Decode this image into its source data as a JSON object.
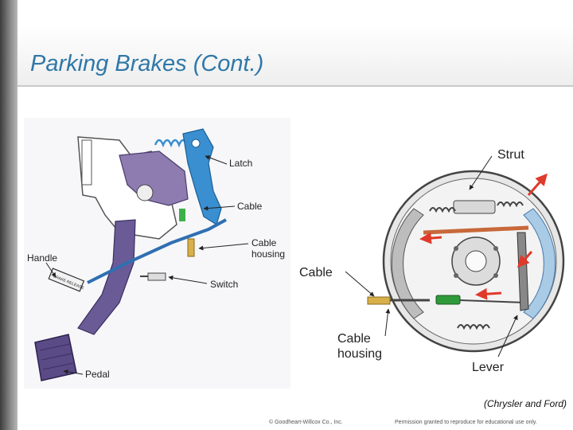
{
  "title": "Parking Brakes (Cont.)",
  "left_diagram": {
    "labels": {
      "latch": "Latch",
      "cable": "Cable",
      "cable_housing_1": "Cable",
      "cable_housing_2": "housing",
      "handle": "Handle",
      "switch": "Switch",
      "pedal": "Pedal",
      "handle_tag": "BRAKE RELEASE"
    }
  },
  "right_diagram": {
    "labels": {
      "strut": "Strut",
      "cable": "Cable",
      "cable_housing_1": "Cable",
      "cable_housing_2": "housing",
      "lever": "Lever"
    }
  },
  "credit": "(Chrysler and Ford)",
  "footer": {
    "copyright": "© Goodheart-Willcox Co., Inc.",
    "permission": "Permission granted to reproduce for educational use only."
  },
  "colors": {
    "title": "#2f78a8",
    "bracket": "#8e7bb0",
    "latch_lever": "#3a8fd0",
    "cable": "#2f6fb3",
    "pedal": "#6a5a96",
    "arrow_red": "#e03a2a",
    "strut": "#c8683a",
    "spring_green": "#2e9a3a",
    "shoe_blue": "#a9cbe6"
  }
}
